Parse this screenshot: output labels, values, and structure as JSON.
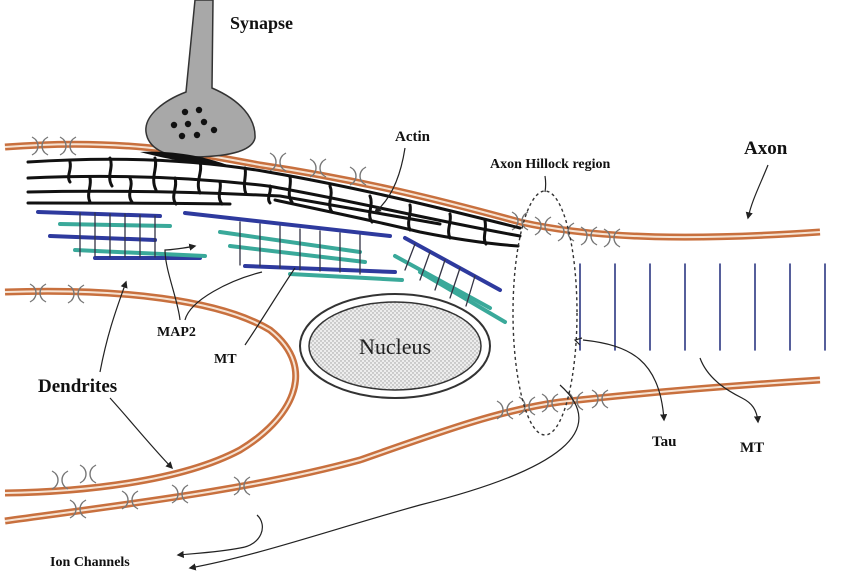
{
  "labels": {
    "synapse": "Synapse",
    "actin": "Actin",
    "axon_hillock": "Axon Hillock region",
    "axon": "Axon",
    "map2": "MAP2",
    "mt_left": "MT",
    "nucleus": "Nucleus",
    "dendrites": "Dendrites",
    "tau": "Tau",
    "mt_right": "MT",
    "ion_channels": "Ion Channels"
  },
  "colors": {
    "membrane": "#c8703e",
    "membrane_light": "#f3dccb",
    "actin": "#111111",
    "mt_teal": "#3aa99a",
    "mt_blue": "#2e3a9e",
    "synapse": "#a9a9a9",
    "nucleus_fill": "#e3e3e3"
  }
}
